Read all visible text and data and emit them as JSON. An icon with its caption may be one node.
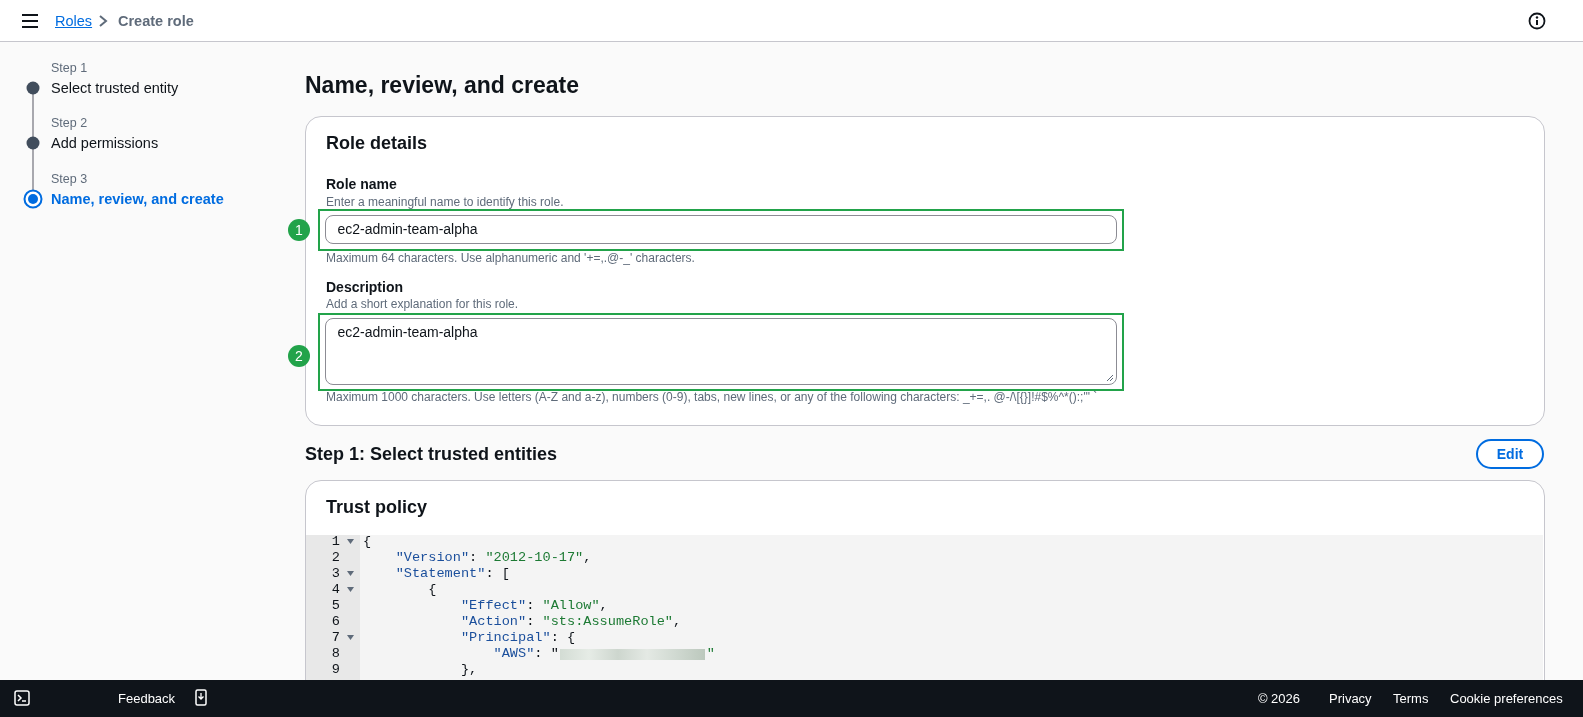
{
  "diagram": {
    "nodes": [
      {
        "text": [
          "1"
        ]
      },
      {
        "text": [],
        "shape": "box"
      },
      {
        "text": [
          "ec2-admin-team-alpha"
        ],
        "in": 1
      },
      {
        "text": [
          "2"
        ]
      },
      {
        "text": [],
        "shape": "box"
      },
      {
        "text": [
          "ec2-admin-team-alpha"
        ],
        "in": 4
      }
    ],
    "labels": [
      "Roles",
      "Create role",
      "Step 1",
      "Select trusted entity",
      "Step 2",
      "Add permissions",
      "Step 3",
      "Name, review, and create",
      "Name, review, and create",
      "Role details",
      "Role name",
      "Enter a meaningful name to identify this role.",
      "Maximum 64 characters. Use alphanumeric and '+=,.@-_' characters.",
      "Description",
      "Add a short explanation for this role.",
      "Maximum 1000 characters. Use letters (A-Z and a-z), numbers (0-9), tabs, new lines, or any of the following characters: _+=,. @-/\\[{}]!#$%^*():;\"' `",
      "Step 1: Select trusted entities",
      "Edit",
      "Trust policy",
      "1",
      "{",
      "2",
      "    \"Version\": \"2012-10-17\",",
      "3",
      "    \"Statement\": [",
      "4",
      "        {",
      "5",
      "            \"Effect\": \"Allow\",",
      "6",
      "            \"Action\": \"sts:AssumeRole\",",
      "7",
      "            \"Principal\": {",
      "8",
      "                \"AWS\": \"",
      "\"",
      "9",
      "            },",
      "Feedback",
      "© 2026",
      "Privacy",
      "Terms",
      "Cookie preferences"
    ]
  }
}
